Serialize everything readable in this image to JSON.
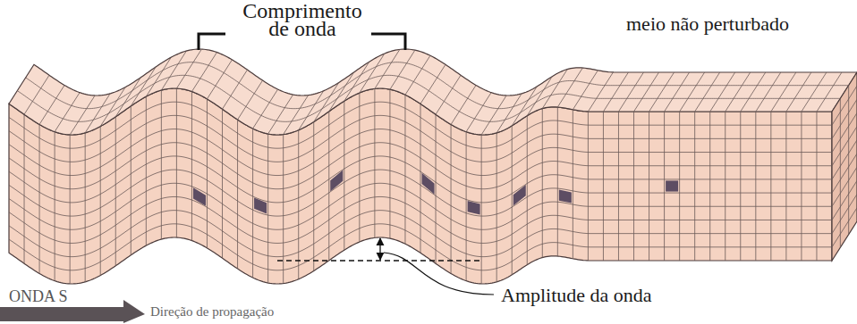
{
  "diagram": {
    "labels": [
      "Comprimento de onda",
      "meio não perturbado",
      "ONDA S",
      "Direção de propagação",
      "Amplitude da onda"
    ]
  }
}
